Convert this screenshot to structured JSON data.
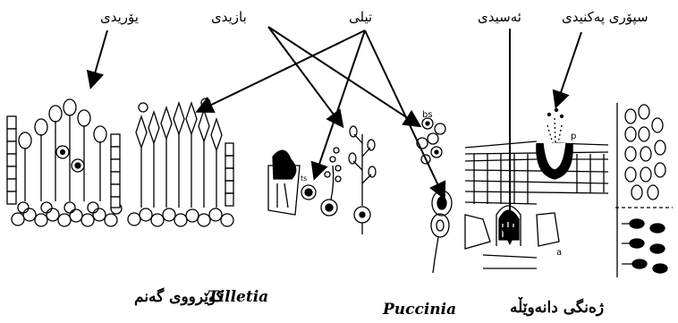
{
  "labels": {
    "yoride": "یۆریدی",
    "bazidi": "بازیدی",
    "teli": "تیلی",
    "esidi": "ئەسیدی",
    "spore_pekenidi": "سپۆری پەکنیدی"
  },
  "captions": {
    "tilletia_kurdish": "کوێرووی گەنم",
    "tilletia_latin": "Tilletia",
    "puccinia": "Puccinia",
    "rust_kurdish": "ژەنگی دانەوێڵە"
  },
  "cell_labels": {
    "bs": "bs",
    "ts": "ts",
    "p": "p",
    "a": "a"
  }
}
